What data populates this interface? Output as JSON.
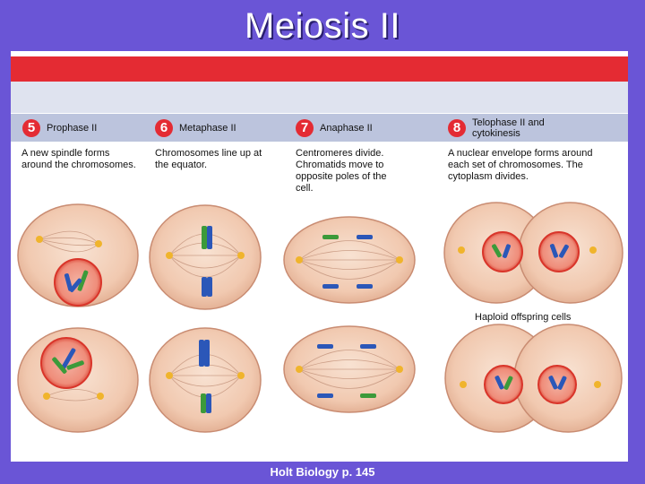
{
  "title": "Meiosis II",
  "credit": "Holt Biology p. 145",
  "colors": {
    "background": "#6a55d6",
    "red_band": "#e42b33",
    "step_bar": "#bcc4dd",
    "cell": "#f1c9b0",
    "nucleus": "#e24a3c",
    "chromosome_blue": "#2b57b8",
    "chromosome_green": "#3c9a3a",
    "centriole": "#f0b42c"
  },
  "steps": [
    {
      "number": "5",
      "label": "Prophase II",
      "description": "A new spindle forms around the chromosomes."
    },
    {
      "number": "6",
      "label": "Metaphase II",
      "description": "Chromosomes line up at the equator."
    },
    {
      "number": "7",
      "label": "Anaphase II",
      "description": "Centromeres divide. Chromatids move to opposite poles of the cell."
    },
    {
      "number": "8",
      "label": "Telophase II and cytokinesis",
      "description": "A nuclear envelope forms around each set of chromosomes. The cytoplasm divides."
    }
  ],
  "caption": "Haploid offspring cells"
}
